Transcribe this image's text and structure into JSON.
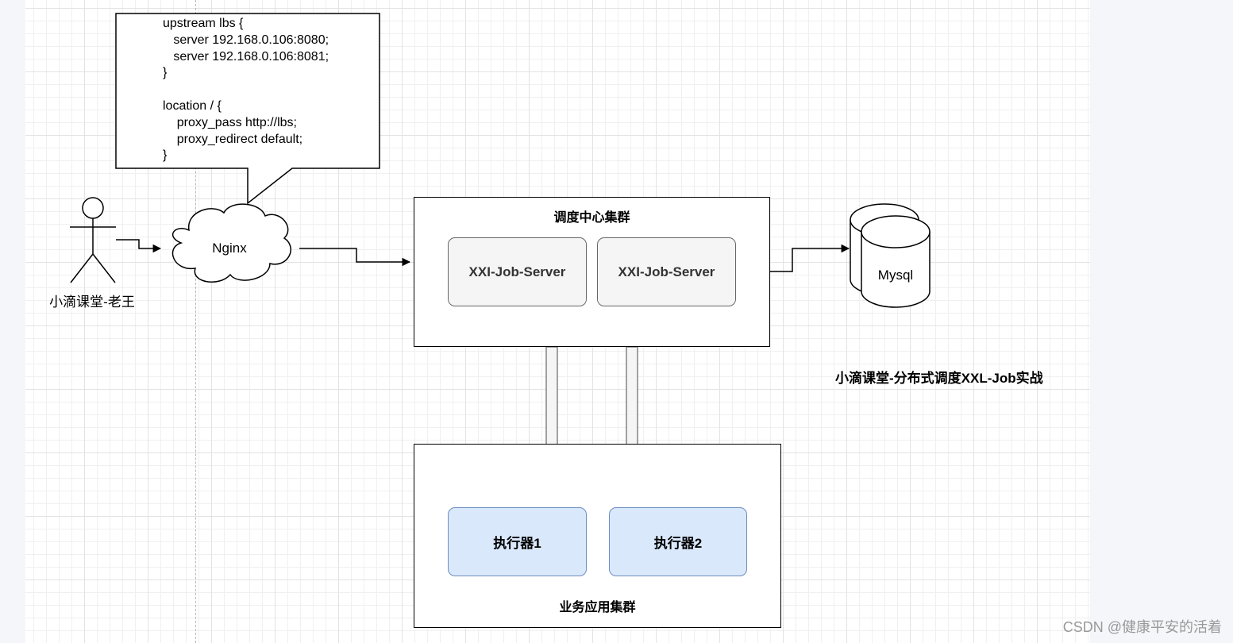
{
  "diagram": {
    "callout": {
      "code": "upstream lbs {\n   server 192.168.0.106:8080;\n   server 192.168.0.106:8081;\n}\n\nlocation / {\n    proxy_pass http://lbs;\n    proxy_redirect default;\n}"
    },
    "actor": {
      "label": "小滴课堂-老王",
      "icon": "stick-figure-icon"
    },
    "nginx": {
      "label": "Nginx",
      "icon": "cloud-icon"
    },
    "scheduler_cluster": {
      "title": "调度中心集群",
      "servers": [
        "XXI-Job-Server",
        "XXI-Job-Server"
      ]
    },
    "database": {
      "label": "Mysql",
      "icon": "database-cylinder-icon"
    },
    "caption": "小滴课堂-分布式调度XXL-Job实战",
    "app_cluster": {
      "title": "业务应用集群",
      "executors": [
        "执行器1",
        "执行器2"
      ]
    }
  },
  "watermark": "CSDN @健康平安的活着",
  "colors": {
    "server_fill": "#f5f5f5",
    "executor_fill": "#dae8fc",
    "executor_border": "#6c8ebf",
    "grid": "#e3e3e3"
  }
}
